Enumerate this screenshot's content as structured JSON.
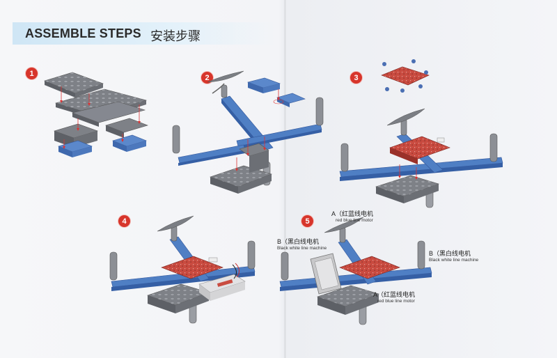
{
  "header": {
    "title": "ASSEMBLE STEPS",
    "title_cn": "安装步骤"
  },
  "steps": [
    "1",
    "2",
    "3",
    "4",
    "5"
  ],
  "labels": {
    "a_top": {
      "main": "A（红蓝线电机",
      "sub": "red blue line motor"
    },
    "b_left": {
      "main": "B（黑白线电机",
      "sub": "Black white line machine"
    },
    "b_right": {
      "main": "B（黑白线电机",
      "sub": "Black white line machine"
    },
    "a_bottom": {
      "main": "A（红蓝线电机",
      "sub": "red blue line motor"
    }
  },
  "colors": {
    "brick_gray": "#8d9096",
    "arm_blue": "#4f7fc4",
    "board_red": "#c8473e",
    "badge_red": "#d7352b",
    "battery_silver": "#d9d9d9"
  }
}
